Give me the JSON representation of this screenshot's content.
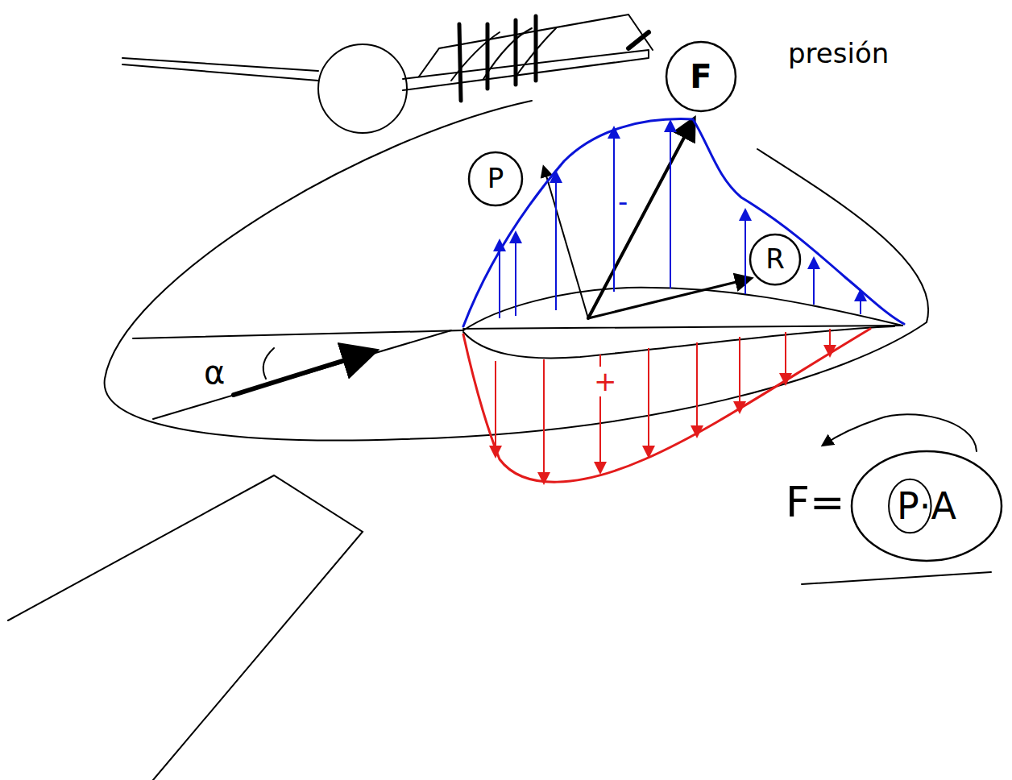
{
  "diagram": {
    "nodes": [
      {
        "text": [
          "F"
        ]
      },
      {
        "text": [
          "P"
        ]
      },
      {
        "text": [
          "R"
        ]
      },
      {
        "text": [
          "P·A"
        ]
      }
    ],
    "labels": [
      "presión",
      "α",
      "-",
      "+",
      "F="
    ]
  }
}
